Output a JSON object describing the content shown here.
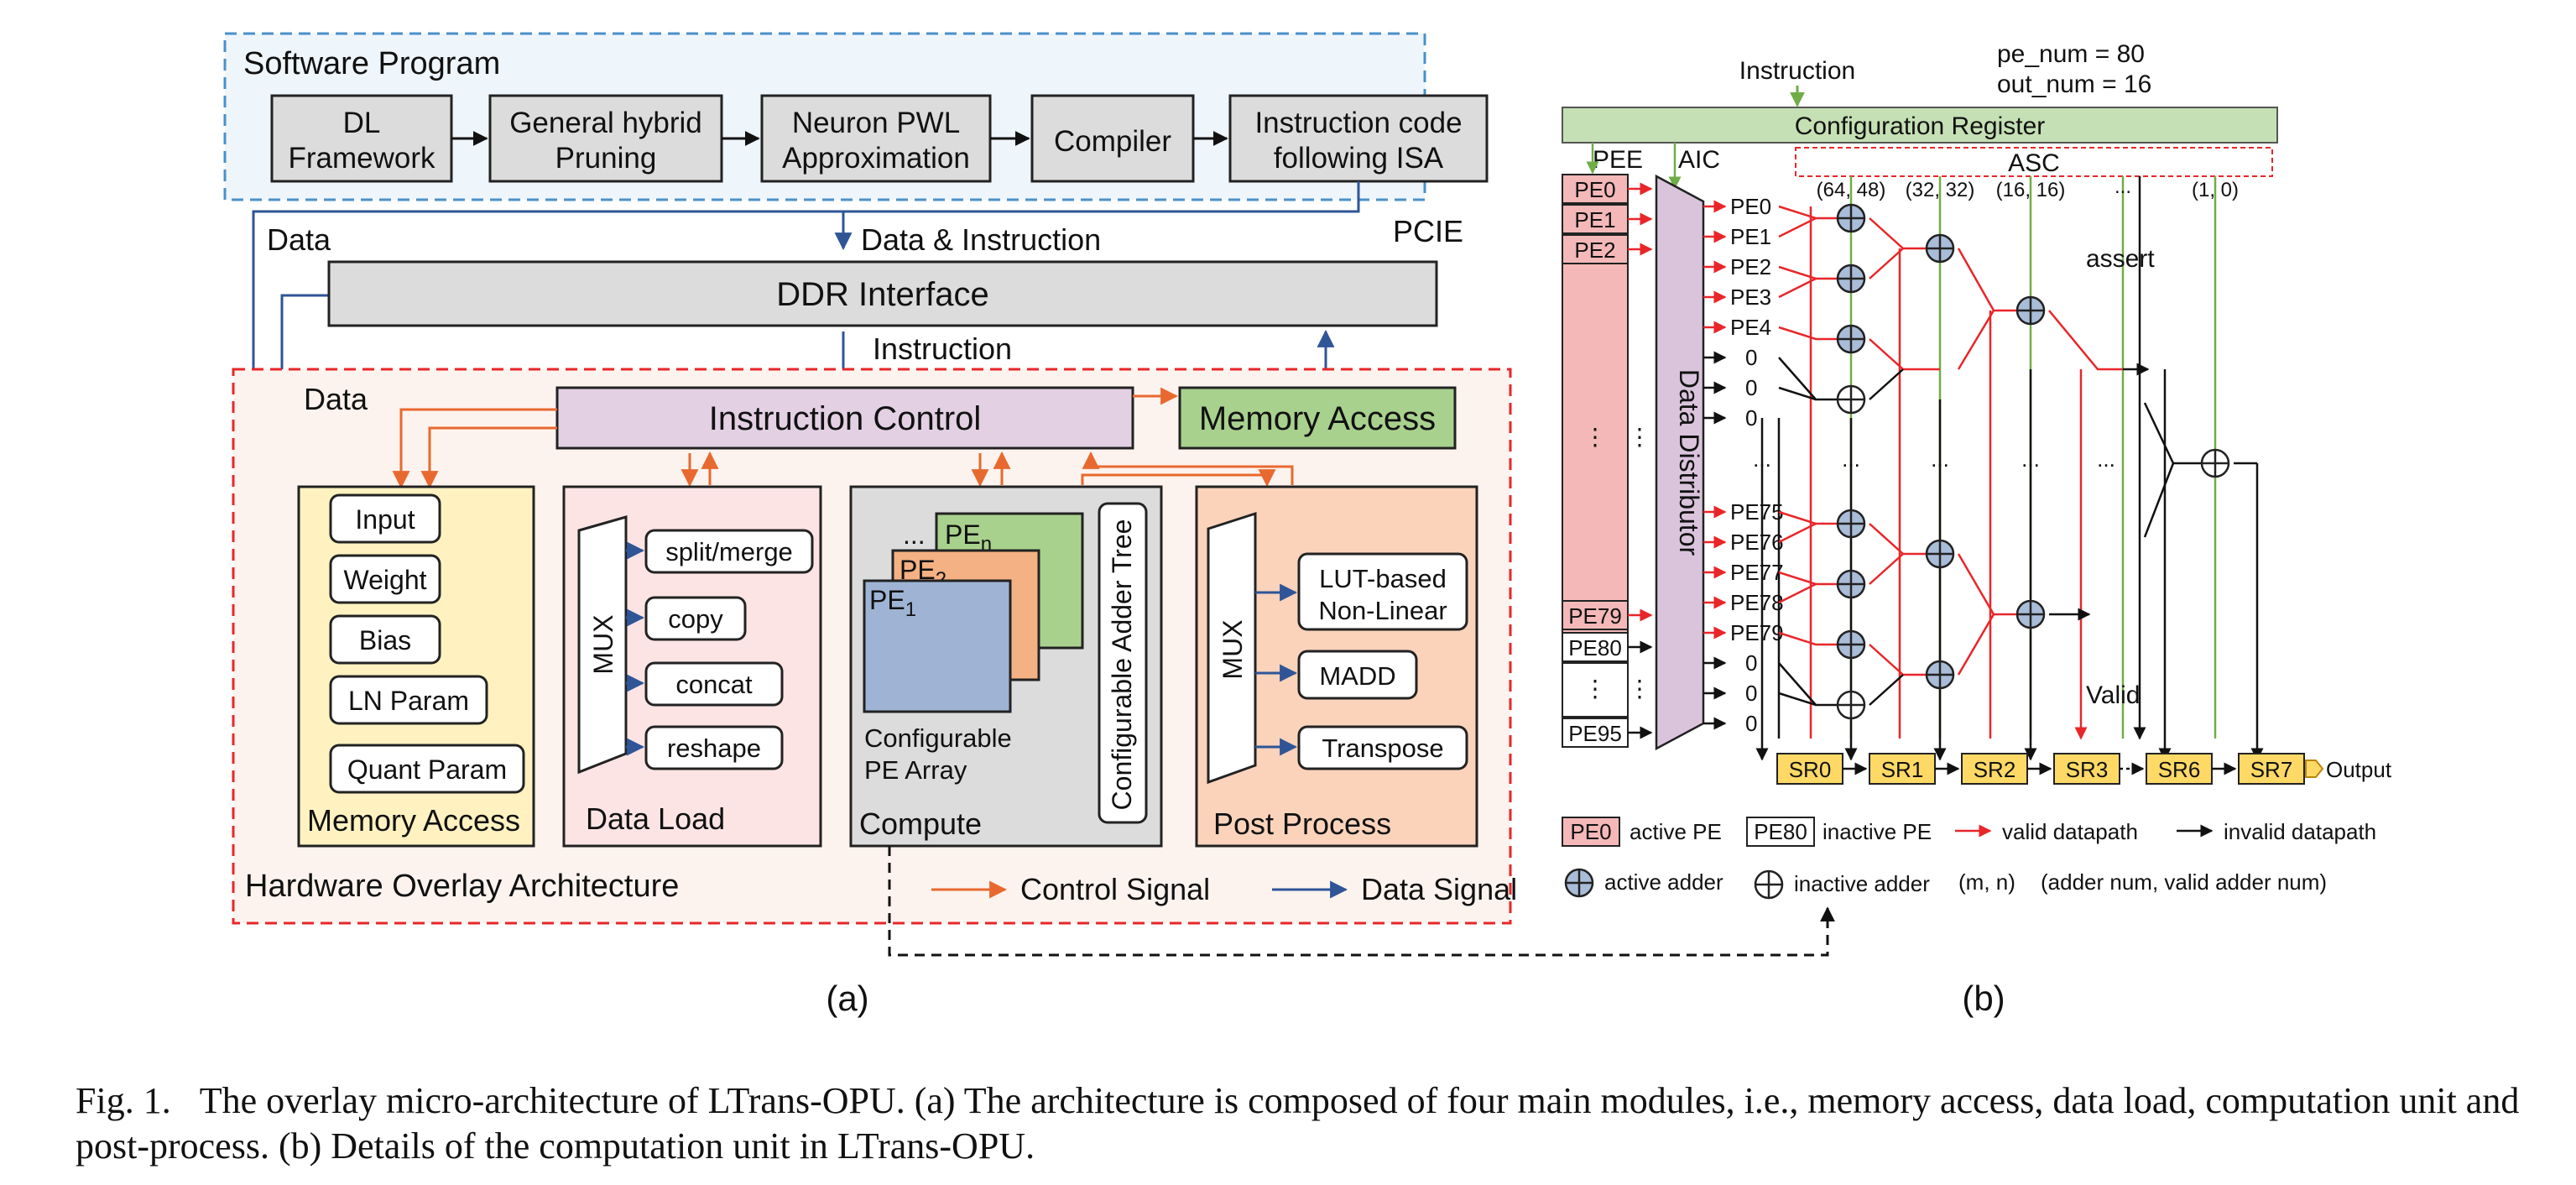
{
  "panel_a": {
    "software": {
      "title": "Software Program",
      "steps": [
        {
          "line1": "DL",
          "line2": "Framework"
        },
        {
          "line1": "General hybrid",
          "line2": "Pruning"
        },
        {
          "line1": "Neuron PWL",
          "line2": "Approximation"
        },
        {
          "line1": "Compiler",
          "line2": ""
        },
        {
          "line1": "Instruction code",
          "line2": "following ISA"
        }
      ]
    },
    "labels": {
      "data_top": "Data",
      "data_instruction": "Data & Instruction",
      "pcie": "PCIE",
      "ddr": "DDR Interface",
      "instruction": "Instruction",
      "data_hw": "Data",
      "hw_title": "Hardware Overlay Architecture"
    },
    "instruction_control": "Instruction Control",
    "memory_access_top": "Memory Access",
    "memory_module": {
      "items": [
        "Input",
        "Weight",
        "Bias",
        "LN Param",
        "Quant Param"
      ],
      "title": "Memory Access"
    },
    "data_load": {
      "mux": "MUX",
      "items": [
        "split/merge",
        "copy",
        "concat",
        "reshape"
      ],
      "title": "Data Load"
    },
    "compute": {
      "pe_n": "PE",
      "pe_n_sub": "n",
      "pe_2": "PE",
      "pe_2_sub": "2",
      "pe_1": "PE",
      "pe_1_sub": "1",
      "dots": "...",
      "array_line1": "Configurable",
      "array_line2": "PE Array",
      "adder_tree": "Configurable Adder Tree",
      "title": "Compute"
    },
    "post_process": {
      "mux": "MUX",
      "lut_line1": "LUT-based",
      "lut_line2": "Non-Linear",
      "madd": "MADD",
      "transpose": "Transpose",
      "title": "Post Process"
    },
    "legend": {
      "control": "Control Signal",
      "data": "Data Signal"
    },
    "sublabel": "(a)",
    "colors": {
      "control": "#e8692f",
      "data": "#2f5597",
      "software_border": "#4a90c8",
      "hw_border": "#e8262a",
      "instruction_control": "#e3d0e3",
      "memory_access": "#a9d18e",
      "memory_module": "#fff2c0",
      "data_load": "#fde4e4",
      "compute": "#dcdcdc",
      "post_process": "#fbd3bb",
      "pe1": "#9fb4d4",
      "pe2": "#f4b183",
      "pen": "#a9d18e"
    }
  },
  "panel_b": {
    "instruction": "Instruction",
    "pe_num": "pe_num = 80",
    "out_num": "out_num = 16",
    "config_register": "Configuration Register",
    "pee": "PEE",
    "aic": "AIC",
    "asc": "ASC",
    "data_distributor": "Data Distributor",
    "pe_left": [
      "PE0",
      "PE1",
      "PE2",
      "PE79",
      "PE80",
      "PE95"
    ],
    "ellipsis_v": "⋮",
    "pe_out_top": [
      "PE0",
      "PE1",
      "PE2",
      "PE3",
      "PE4",
      "0",
      "0",
      "0"
    ],
    "pe_out_bottom": [
      "PE75",
      "PE76",
      "PE77",
      "PE78",
      "PE79",
      "0",
      "0",
      "0"
    ],
    "columns": [
      "(64, 48)",
      "(32, 32)",
      "(16, 16)",
      "...",
      "(1, 0)"
    ],
    "dots": "...",
    "assert": "assert",
    "valid": "Valid",
    "shift_registers": [
      "SR0",
      "SR1",
      "SR2",
      "SR3",
      "SR6",
      "SR7"
    ],
    "output": "Output",
    "legend": {
      "active_pe_box": "PE0",
      "active_pe": "active PE",
      "inactive_pe_box": "PE80",
      "inactive_pe": "inactive PE",
      "valid_datapath": "valid datapath",
      "invalid_datapath": "invalid datapath",
      "active_adder": "active adder",
      "inactive_adder": "inactive adder",
      "mn": "(m, n)",
      "mn_desc": "(adder num, valid adder num)"
    },
    "sublabel": "(b)",
    "colors": {
      "config_register": "#c5e0b4",
      "active_pe": "#f4b8b8",
      "data_distributor": "#d9c4dc",
      "active_adder": "#a9bcd8",
      "shift_register": "#ffd966",
      "valid": "#e8262a",
      "config_line": "#70ad47"
    }
  },
  "caption": {
    "prefix": "Fig. 1.",
    "text": "The overlay micro-architecture of LTrans-OPU. (a) The architecture is composed of four main modules, i.e., memory access, data load, computation unit and post-process. (b) Details of the computation unit in LTrans-OPU."
  }
}
